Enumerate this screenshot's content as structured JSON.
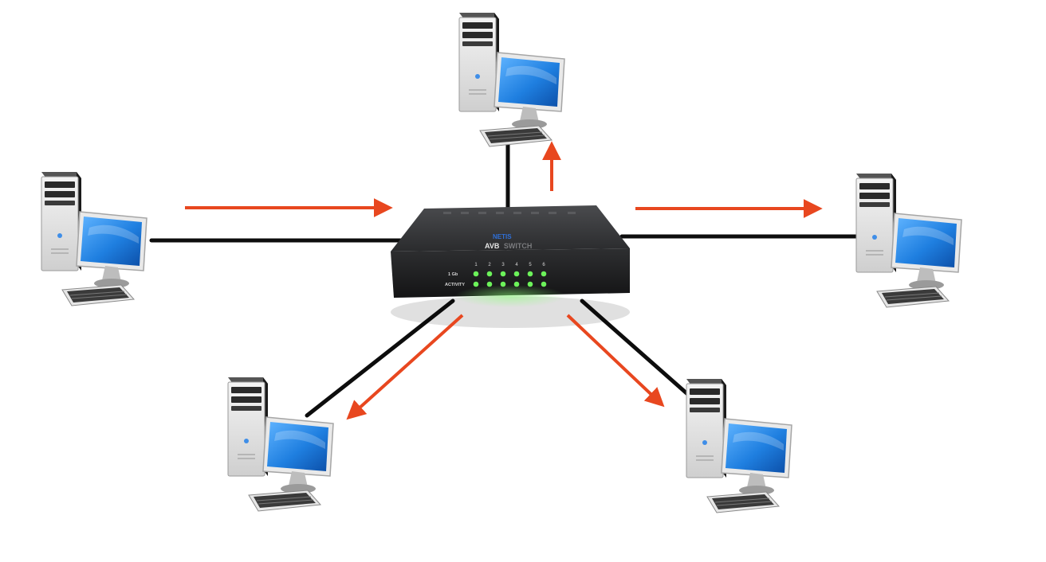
{
  "diagram": {
    "type": "star network topology",
    "switch": {
      "brand": "NETIS",
      "model_bold": "AVB",
      "model_light": "SWITCH",
      "side_labels": [
        "1 Gb",
        "ACTIVITY"
      ],
      "port_numbers": [
        "1",
        "2",
        "3",
        "4",
        "5",
        "6"
      ]
    },
    "computers": [
      "top",
      "left",
      "right",
      "bottom-left",
      "bottom-right"
    ],
    "colors": {
      "arrow": "#e8471f",
      "cable": "#0d0d0d",
      "switch_body": "#2b2c2e",
      "led": "#6cf25a",
      "screen": "#2b86df"
    },
    "icons": {
      "computer": "desktop-computer-icon",
      "switch": "network-switch-icon"
    }
  }
}
